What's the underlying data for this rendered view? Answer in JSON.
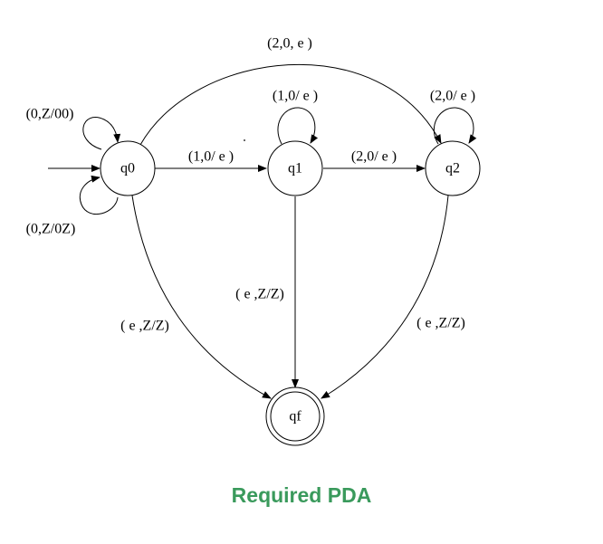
{
  "diagram": {
    "states": [
      {
        "id": "q0",
        "label": "q0"
      },
      {
        "id": "q1",
        "label": "q1"
      },
      {
        "id": "q2",
        "label": "q2"
      },
      {
        "id": "qf",
        "label": "qf",
        "accepting": true
      }
    ],
    "transitions": [
      {
        "id": "q0-self-top",
        "from": "q0",
        "to": "q0",
        "label": "(0,Z/00)"
      },
      {
        "id": "q0-self-bottom",
        "from": "q0",
        "to": "q0",
        "label": "(0,Z/0Z)"
      },
      {
        "id": "q0-q1",
        "from": "q0",
        "to": "q1",
        "label": "(1,0/ e )"
      },
      {
        "id": "q1-self",
        "from": "q1",
        "to": "q1",
        "label": "(1,0/ e )"
      },
      {
        "id": "q1-q2",
        "from": "q1",
        "to": "q2",
        "label": "(2,0/ e )"
      },
      {
        "id": "q2-self",
        "from": "q2",
        "to": "q2",
        "label": "(2,0/ e )"
      },
      {
        "id": "q0-q2",
        "from": "q0",
        "to": "q2",
        "label": "(2,0, e )"
      },
      {
        "id": "q0-qf",
        "from": "q0",
        "to": "qf",
        "label": "( e ,Z/Z)"
      },
      {
        "id": "q1-qf",
        "from": "q1",
        "to": "qf",
        "label": "( e ,Z/Z)"
      },
      {
        "id": "q2-qf",
        "from": "q2",
        "to": "qf",
        "label": "( e ,Z/Z)"
      }
    ],
    "start_state": "q0",
    "caption": "Required PDA",
    "caption_color": "#3a9a5c",
    "line_color": "#000000"
  }
}
